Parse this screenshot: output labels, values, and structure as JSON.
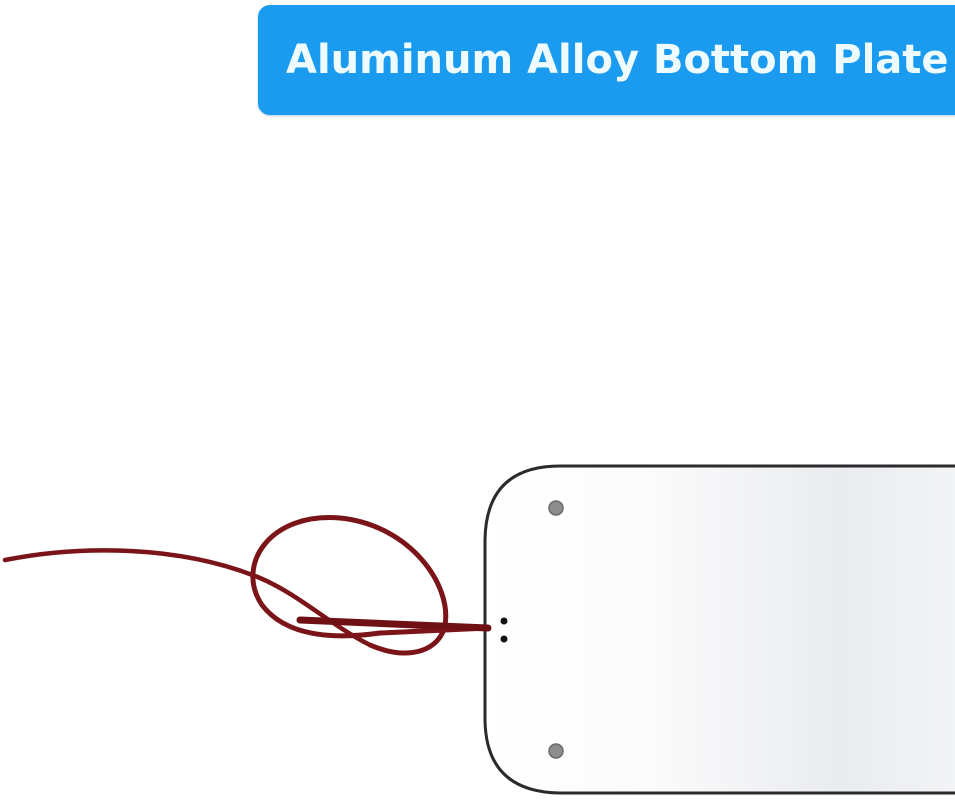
{
  "banner": {
    "title": "Aluminum Alloy Bottom Plate",
    "background": "#1a9bf0",
    "text_color": "#eefbff"
  },
  "product": {
    "plate_color": "#f4f5f7",
    "plate_outline": "#2b2b2b",
    "wire_color": "#7a1418",
    "mount_holes": 2,
    "connector_pads": 2
  }
}
